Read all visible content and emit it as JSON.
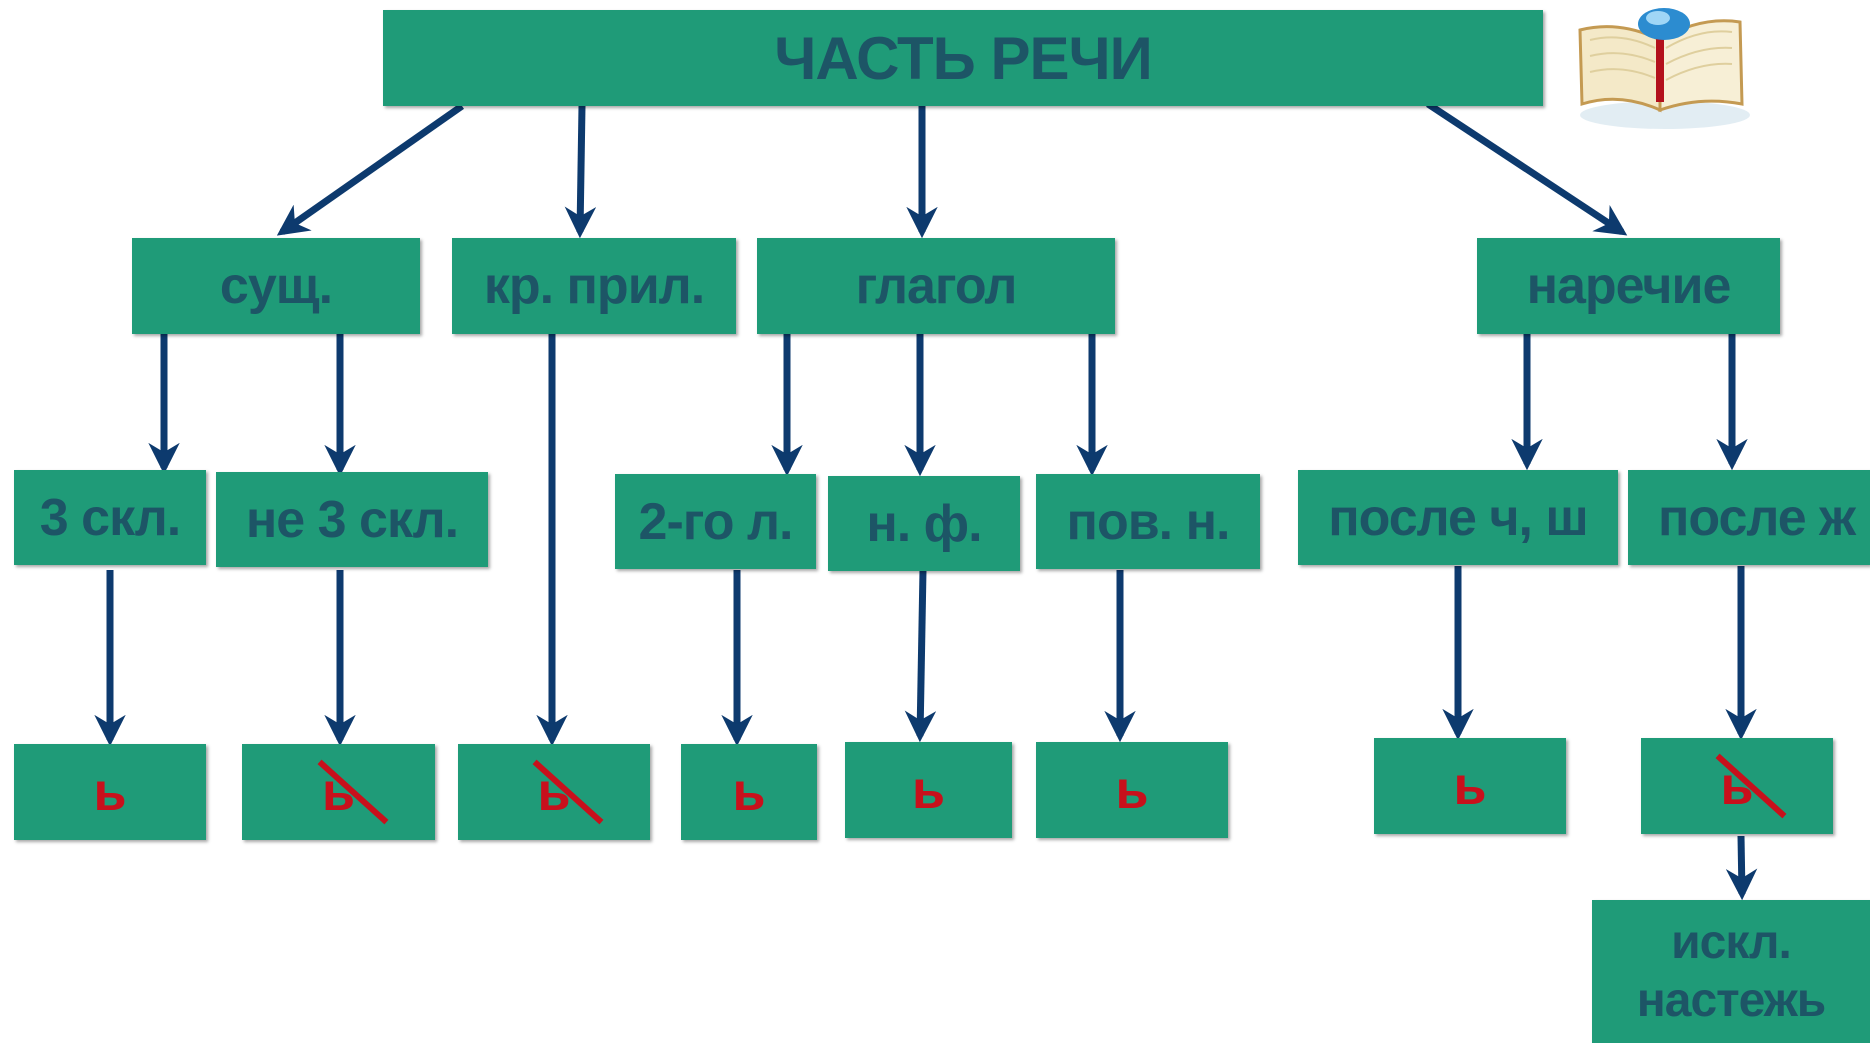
{
  "root": {
    "label": "ЧАСТЬ РЕЧИ"
  },
  "level1": {
    "noun": "сущ.",
    "short_adj": "кр. прил.",
    "verb": "глагол",
    "adverb": "наречие"
  },
  "level2": {
    "decl3": "3 скл.",
    "not_decl3": "не 3 скл.",
    "second_person": "2-го л.",
    "infinitive": "н. ф.",
    "imperative": "пов. н.",
    "after_ch_sh": "после ч, ш",
    "after_zh": "после ж"
  },
  "results": {
    "soft_sign": "ь"
  },
  "exception": {
    "line1": "искл.",
    "line2": "настежь"
  },
  "colors": {
    "box": "#1f9b78",
    "label_text": "#1d5566",
    "sign": "#c8101c",
    "arrow": "#0d3a6e"
  },
  "icons": {
    "corner": "open-book-icon"
  }
}
